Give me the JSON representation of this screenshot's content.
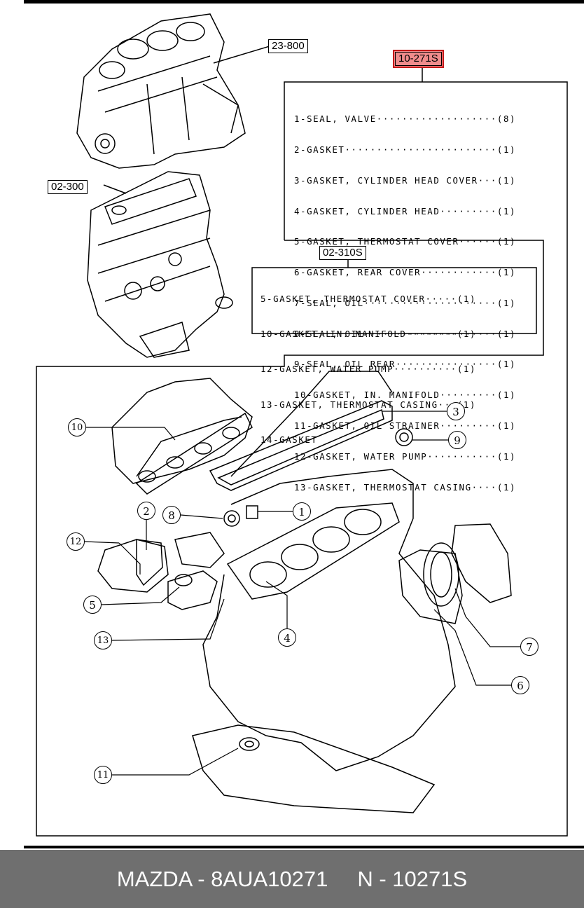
{
  "refs": {
    "block": "23-800",
    "engine": "02-300",
    "kit_main": "10-271S",
    "kit_sub": "02-310S"
  },
  "kit_main_items": [
    "1-SEAL, VALVE···················(8)",
    "2-GASKET························(1)",
    "3-GASKET, CYLINDER HEAD COVER···(1)",
    "4-GASKET, CYLINDER HEAD·········(1)",
    "5-GASKET, THERMOSTAT COVER······(1)",
    "6-GASKET, REAR COVER············(1)",
    "7-SEAL, OIL·····················(1)",
    "8-SEAL, OIL·····················(1)",
    "9-SEAL, OIL REAR················(1)",
    "10-GASKET, IN. MANIFOLD·········(1)",
    "11-GASKET, OIL STRAINER·········(1)",
    "12-GASKET, WATER PUMP···········(1)",
    "13-GASKET, THERMOSTAT CASING····(1)"
  ],
  "kit_sub_items": [
    "5-GASKET, THERMOSTAT COVER·····(1)",
    "10-GASKET, IN. MANIFOLD········(1)",
    "12-GASKET, WATER PUMP··········(1)",
    "13-GASKET, THERMOSTAT CASING···(1)",
    "14-GASKET"
  ],
  "callouts": [
    "1",
    "2",
    "3",
    "4",
    "5",
    "6",
    "7",
    "8",
    "9",
    "10",
    "11",
    "12",
    "13"
  ],
  "footer": {
    "brand_part": "MAZDA - 8AUA10271",
    "catalog": "N - 10271S"
  },
  "colors": {
    "highlight_fill": "#f08c8c",
    "highlight_border": "#c41818",
    "footer_bg": "#6f6f6f"
  }
}
